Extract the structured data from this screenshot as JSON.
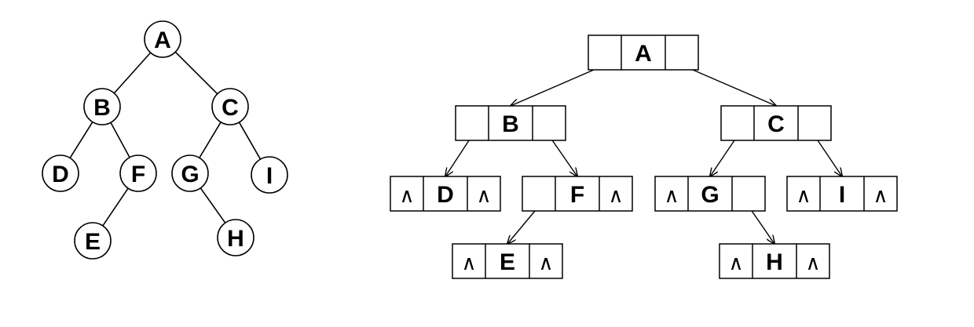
{
  "tree": {
    "nodes": [
      "A",
      "B",
      "C",
      "D",
      "F",
      "G",
      "I",
      "E",
      "H"
    ],
    "edges": [
      [
        "A",
        "B"
      ],
      [
        "A",
        "C"
      ],
      [
        "B",
        "D"
      ],
      [
        "B",
        "F"
      ],
      [
        "C",
        "G"
      ],
      [
        "C",
        "I"
      ],
      [
        "F",
        "E"
      ],
      [
        "G",
        "H"
      ]
    ]
  },
  "linked": {
    "null_symbol": "∧",
    "nodes": [
      {
        "label": "A",
        "left_null": false,
        "right_null": false
      },
      {
        "label": "B",
        "left_null": false,
        "right_null": false
      },
      {
        "label": "C",
        "left_null": false,
        "right_null": false
      },
      {
        "label": "D",
        "left_null": true,
        "right_null": true
      },
      {
        "label": "F",
        "left_null": false,
        "right_null": true
      },
      {
        "label": "G",
        "left_null": true,
        "right_null": false
      },
      {
        "label": "I",
        "left_null": true,
        "right_null": true
      },
      {
        "label": "E",
        "left_null": true,
        "right_null": true
      },
      {
        "label": "H",
        "left_null": true,
        "right_null": true
      }
    ],
    "pointers": [
      {
        "from": "A",
        "side": "left",
        "to": "B"
      },
      {
        "from": "A",
        "side": "right",
        "to": "C"
      },
      {
        "from": "B",
        "side": "left",
        "to": "D"
      },
      {
        "from": "B",
        "side": "right",
        "to": "F"
      },
      {
        "from": "C",
        "side": "left",
        "to": "G"
      },
      {
        "from": "C",
        "side": "right",
        "to": "I"
      },
      {
        "from": "F",
        "side": "left",
        "to": "E"
      },
      {
        "from": "G",
        "side": "right",
        "to": "H"
      }
    ]
  }
}
